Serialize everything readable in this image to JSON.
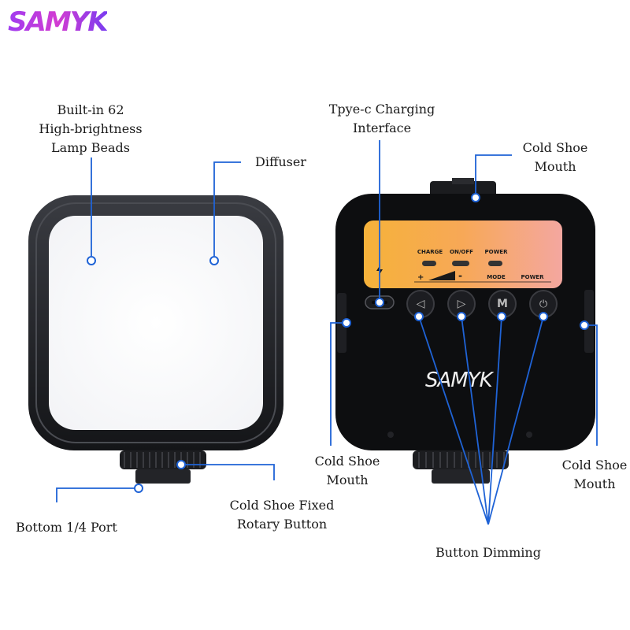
{
  "brand": {
    "logo_text": "SAMYK",
    "body_logo_text": "SAMYK",
    "accent": "#1f63d6"
  },
  "labels": {
    "lamp_beads": [
      "Built-in 62",
      "High-brightness",
      "Lamp Beads"
    ],
    "diffuser": "Diffuser",
    "charging": [
      "Tpye-c Charging",
      "Interface"
    ],
    "cold_shoe_top": [
      "Cold Shoe",
      "Mouth"
    ],
    "cold_shoe_left": [
      "Cold Shoe",
      "Mouth"
    ],
    "cold_shoe_right": [
      "Cold Shoe",
      "Mouth"
    ],
    "bottom_port": "Bottom 1/4 Port",
    "rotary_button": [
      "Cold Shoe Fixed",
      "Rotary Button"
    ],
    "button_dimming": "Button Dimming"
  },
  "panel": {
    "charge": "CHARGE",
    "onoff": "ON/OFF",
    "power_top": "POWER",
    "mode": "MODE",
    "power_bottom": "POWER",
    "plus": "+",
    "minus": "-"
  },
  "buttons": [
    {
      "icon": "prev-icon"
    },
    {
      "icon": "next-icon"
    },
    {
      "icon": "mode-icon",
      "glyph": "M"
    },
    {
      "icon": "power-temp-icon"
    }
  ]
}
